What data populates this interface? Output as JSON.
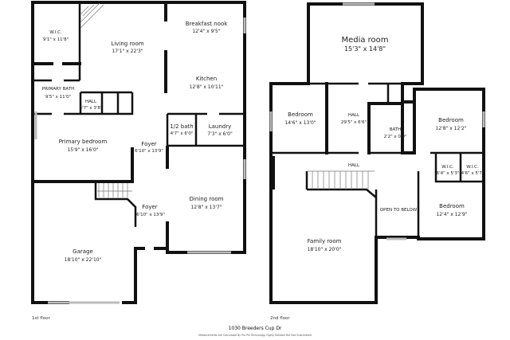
{
  "floor1": {
    "label": "1st floor",
    "rooms": {
      "wic": {
        "name": "W.I.C.",
        "dims": "9'1\" x 11'8\""
      },
      "living": {
        "name": "Living room",
        "dims": "17'1\" x 22'3\""
      },
      "breakfast": {
        "name": "Breakfast nook",
        "dims": "12'4\" x 9'5\""
      },
      "kitchen": {
        "name": "Kitchen",
        "dims": "12'8\" x 10'11\""
      },
      "primary_bath": {
        "name": "PRIMARY BATH",
        "dims": "9'5\" x 11'0\""
      },
      "hall": {
        "name": "HALL",
        "dims": "3'7\" x 3'8\""
      },
      "half_bath": {
        "name": "1/2 bath",
        "dims": "4'7\" x 6'0\""
      },
      "laundry": {
        "name": "Laundry",
        "dims": "7'3\" x 6'0\""
      },
      "primary_bedroom": {
        "name": "Primary bedroom",
        "dims": "15'9\" x 16'0\""
      },
      "foyer_upper": {
        "name": "Foyer",
        "dims": "6'10\" x 13'9\""
      },
      "foyer_lower": {
        "name": "Foyer",
        "dims": "6'10\" x 13'9\""
      },
      "dining": {
        "name": "Dining room",
        "dims": "12'8\" x 13'7\""
      },
      "garage": {
        "name": "Garage",
        "dims": "18'10\" x 22'10\""
      }
    }
  },
  "floor2": {
    "label": "2nd floor",
    "rooms": {
      "media": {
        "name": "Media room",
        "dims": "15'3\" x 14'8\""
      },
      "bedroom_left": {
        "name": "Bedroom",
        "dims": "14'6\" x 13'0\""
      },
      "hall_upper": {
        "name": "HALL",
        "dims": "29'5\" x 6'6\""
      },
      "bath": {
        "name": "BATH",
        "dims": "2'2\" x 0'9\""
      },
      "bedroom_right": {
        "name": "Bedroom",
        "dims": "12'8\" x 12'2\""
      },
      "hall_lower": {
        "name": "HALL"
      },
      "wic1": {
        "name": "W.I.C.",
        "dims": "6'4\" x 5'3\""
      },
      "wic2": {
        "name": "W.I.C.",
        "dims": "4'6\" x 5'7\""
      },
      "open_to_below": {
        "name": "OPEN TO BELOW"
      },
      "bedroom_bottom": {
        "name": "Bedroom",
        "dims": "12'4\" x 12'9\""
      },
      "family": {
        "name": "Family room",
        "dims": "18'10\" x 20'0\""
      }
    }
  },
  "footer": {
    "address": "1030 Breeders Cup Dr",
    "disclaimer": "Measurements Are Calculated By Pro Pix Technology. Highly Reliable But Not Guaranteed"
  }
}
